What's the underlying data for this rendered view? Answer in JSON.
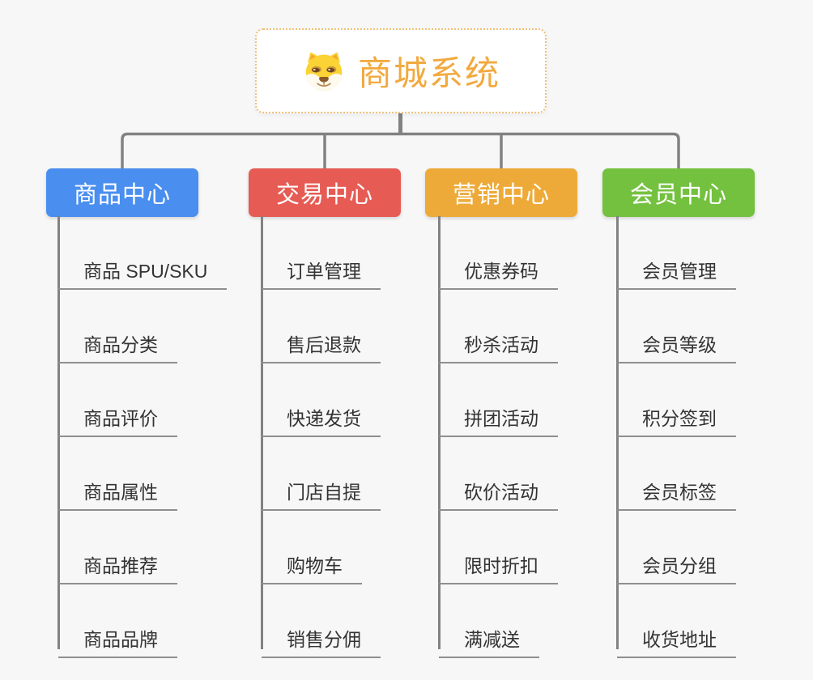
{
  "root": {
    "title": "商城系统",
    "icon": "doge-icon"
  },
  "colors": {
    "background": "#f7f7f7",
    "root_border": "#f0bf78",
    "root_title": "#f2a93e",
    "connector": "#828282",
    "subtopic_line": "#8f8f8f",
    "subtopic_text": "#333333"
  },
  "branches": [
    {
      "label": "商品中心",
      "color": "#4a8ef0",
      "children": [
        "商品 SPU/SKU",
        "商品分类",
        "商品评价",
        "商品属性",
        "商品推荐",
        "商品品牌"
      ]
    },
    {
      "label": "交易中心",
      "color": "#e65c55",
      "children": [
        "订单管理",
        "售后退款",
        "快递发货",
        "门店自提",
        "购物车",
        "销售分佣"
      ]
    },
    {
      "label": "营销中心",
      "color": "#eeaa39",
      "children": [
        "优惠券码",
        "秒杀活动",
        "拼团活动",
        "砍价活动",
        "限时折扣",
        "满减送"
      ]
    },
    {
      "label": "会员中心",
      "color": "#74c140",
      "children": [
        "会员管理",
        "会员等级",
        "积分签到",
        "会员标签",
        "会员分组",
        "收货地址"
      ]
    }
  ]
}
